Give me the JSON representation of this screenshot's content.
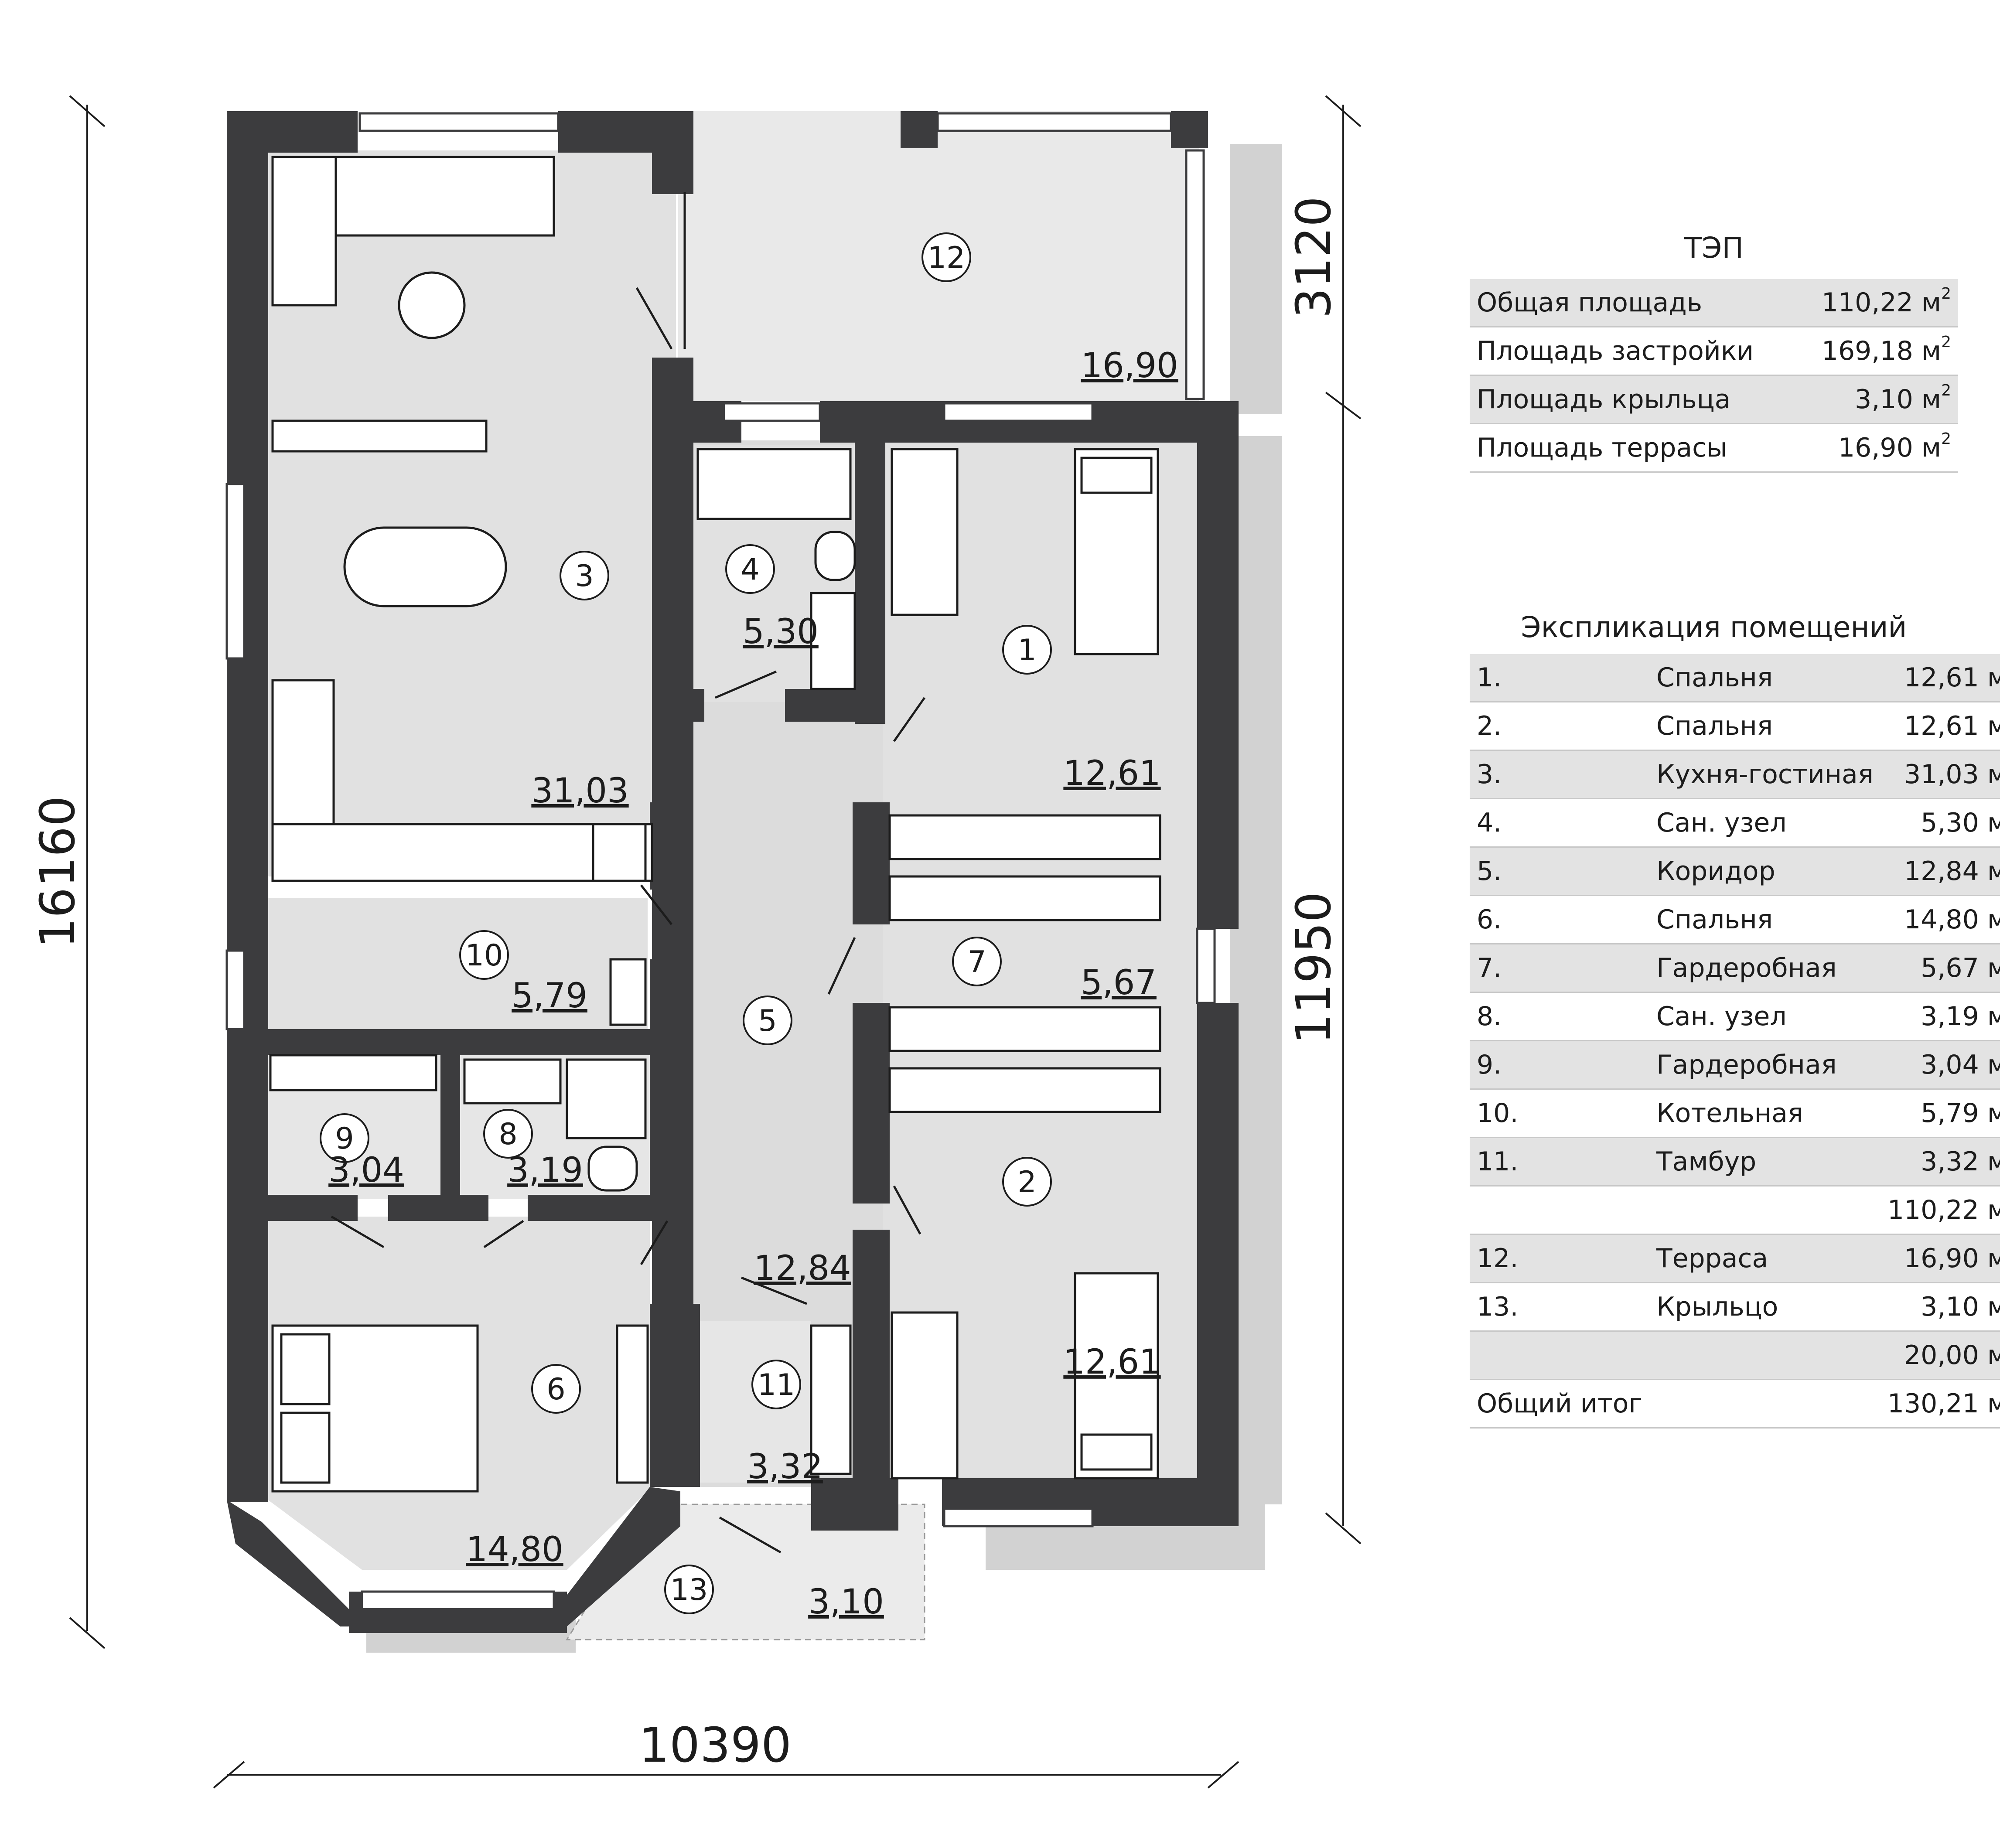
{
  "colors": {
    "wall": "#3c3c3e",
    "floor": "#e1e1e1",
    "terrace": "#e9e9e9",
    "shadow": "#cfcfcf",
    "line": "#1c1c1c"
  },
  "dimensions": {
    "width_total": "10390",
    "height_total": "16160",
    "terrace_depth": "3120",
    "house_depth": "11950"
  },
  "rooms": [
    {
      "n": "1",
      "area": "12,61"
    },
    {
      "n": "2",
      "area": "12,61"
    },
    {
      "n": "3",
      "area": "31,03"
    },
    {
      "n": "4",
      "area": "5,30"
    },
    {
      "n": "5",
      "area": "12,84"
    },
    {
      "n": "6",
      "area": "14,80"
    },
    {
      "n": "7",
      "area": "5,67"
    },
    {
      "n": "8",
      "area": "3,19"
    },
    {
      "n": "9",
      "area": "3,04"
    },
    {
      "n": "10",
      "area": "5,79"
    },
    {
      "n": "11",
      "area": "3,32"
    },
    {
      "n": "12",
      "area": "16,90"
    },
    {
      "n": "13",
      "area": "3,10"
    }
  ],
  "tep": {
    "title": "ТЭП",
    "unit": "м",
    "rows": [
      {
        "label": "Общая площадь",
        "value": "110,22"
      },
      {
        "label": "Площадь застройки",
        "value": "169,18"
      },
      {
        "label": "Площадь крыльца",
        "value": "3,10"
      },
      {
        "label": "Площадь террасы",
        "value": "16,90"
      }
    ]
  },
  "explication": {
    "title": "Экспликация помещений",
    "unit": "м",
    "rows": [
      {
        "num": "1.",
        "name": "Спальня",
        "value": "12,61"
      },
      {
        "num": "2.",
        "name": "Спальня",
        "value": "12,61"
      },
      {
        "num": "3.",
        "name": "Кухня-гостиная",
        "value": "31,03"
      },
      {
        "num": "4.",
        "name": "Сан. узел",
        "value": "5,30"
      },
      {
        "num": "5.",
        "name": "Коридор",
        "value": "12,84"
      },
      {
        "num": "6.",
        "name": "Спальня",
        "value": "14,80"
      },
      {
        "num": "7.",
        "name": "Гардеробная",
        "value": "5,67"
      },
      {
        "num": "8.",
        "name": "Сан. узел",
        "value": "3,19"
      },
      {
        "num": "9.",
        "name": "Гардеробная",
        "value": "3,04"
      },
      {
        "num": "10.",
        "name": "Котельная",
        "value": "5,79"
      },
      {
        "num": "11.",
        "name": "Тамбур",
        "value": "3,32"
      },
      {
        "num": "",
        "name": "",
        "value": "110,22"
      },
      {
        "num": "12.",
        "name": "Терраса",
        "value": "16,90"
      },
      {
        "num": "13.",
        "name": "Крыльцо",
        "value": "3,10"
      },
      {
        "num": "",
        "name": "",
        "value": "20,00"
      },
      {
        "num": "Общий итог",
        "name": "",
        "value": "130,21"
      }
    ]
  }
}
